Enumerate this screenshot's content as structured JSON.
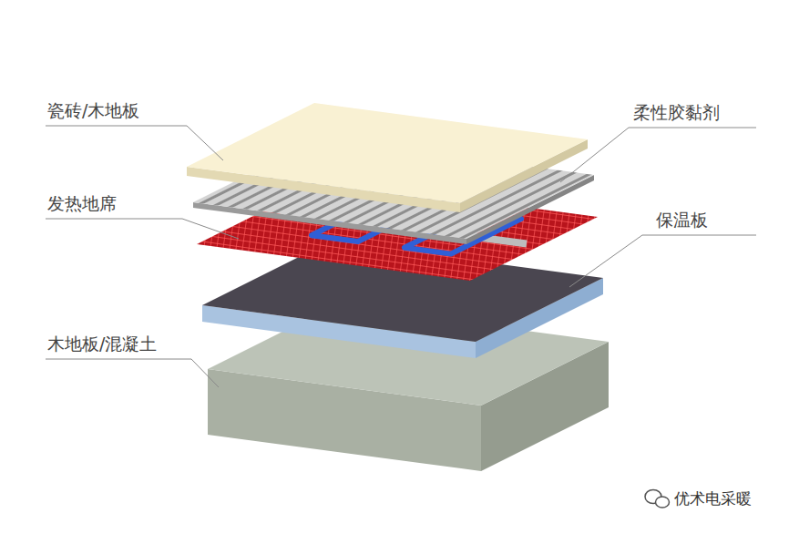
{
  "diagram": {
    "labels": [
      "瓷砖/木地板",
      "柔性胶黏剂",
      "发热地席",
      "保温板",
      "木地板/混凝土",
      "优术电采暖"
    ]
  }
}
